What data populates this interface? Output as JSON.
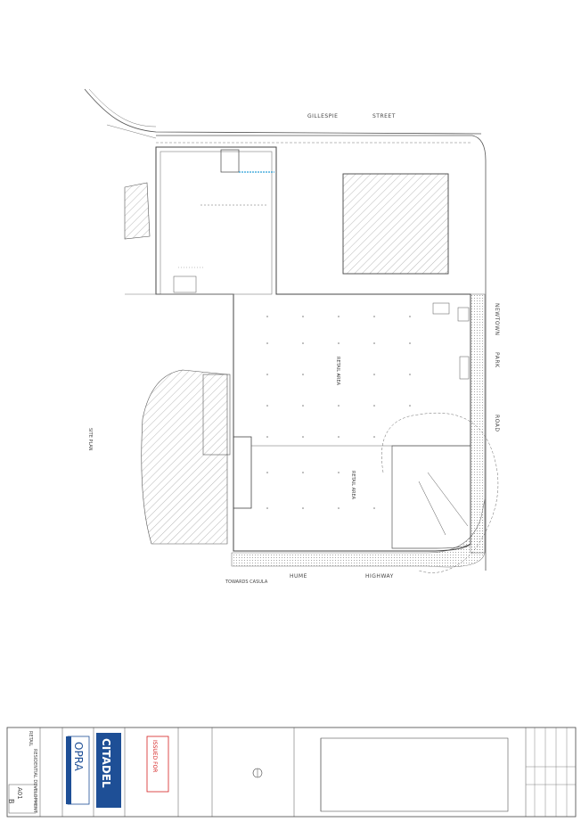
{
  "plan": {
    "street_north": [
      "GILLESPIE",
      "STREET"
    ],
    "street_east": [
      "NEWTOWN",
      "PARK",
      "ROAD"
    ],
    "street_south": [
      "HUME",
      "HIGHWAY"
    ],
    "street_south_west": "TOWARDS CASULA",
    "caption": "SITE PLAN",
    "area_label_1": "RETAIL AREA",
    "area_label_2": "RETAIL AREA"
  },
  "title_block": {
    "project_line_1": "RETAIL",
    "project_line_2": "RESIDENTIAL DEVELOPMENT",
    "sheet_no": "A01",
    "revision": "B",
    "logo_1": "OPRA",
    "logo_2": "CITADEL",
    "stamp": "ISSUED FOR"
  },
  "colors": {
    "line": "#555555",
    "hatch": "#8a8a8a",
    "accent_blue": "#2a9fd6",
    "stamp_red": "#d42020",
    "logo_blue": "#1e4f96"
  }
}
